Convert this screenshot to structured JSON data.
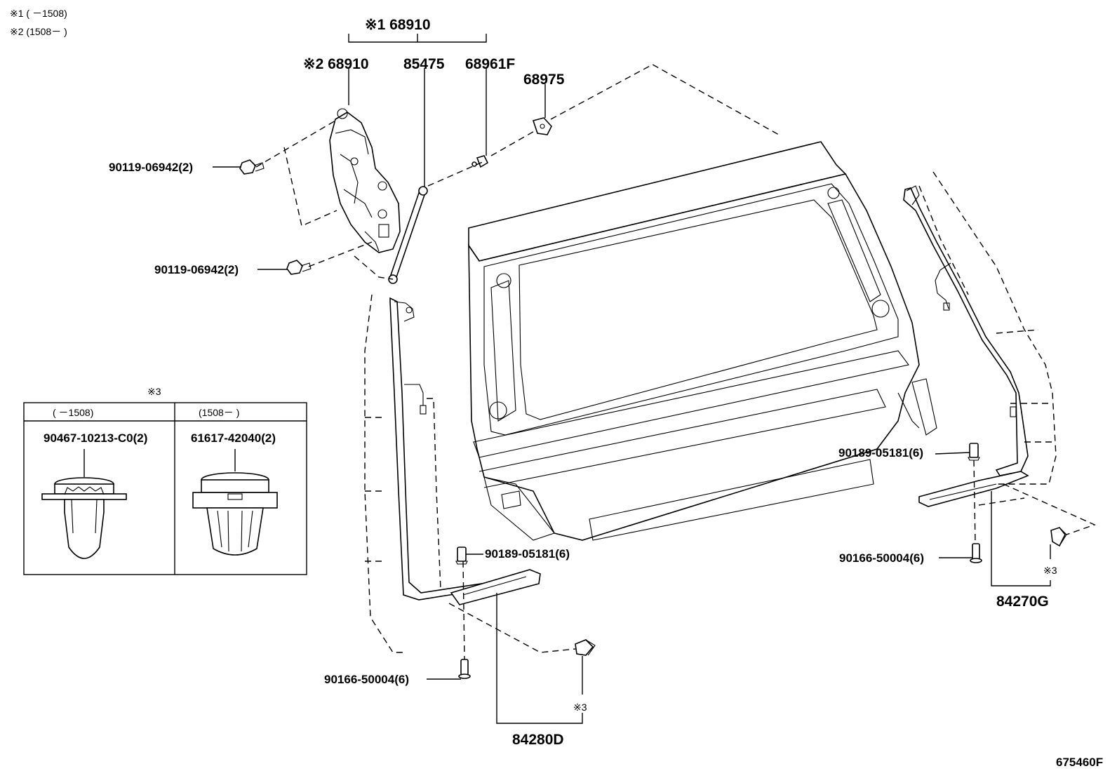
{
  "notes": {
    "note1": "※1 (     －1508)",
    "note2": "※2 (1508－     )",
    "note3_title": "※3"
  },
  "inset": {
    "col1_range": "(     －1508)",
    "col2_range": "(1508－     )",
    "col1_part": "90467-10213-C0(2)",
    "col2_part": "61617-42040(2)"
  },
  "parts": {
    "p68910_group": "※1 68910",
    "p68910": "※2 68910",
    "p85475": "85475",
    "p68961F": "68961F",
    "p68975": "68975",
    "p90119_a": "90119-06942(2)",
    "p90119_b": "90119-06942(2)",
    "p90189_right": "90189-05181(6)",
    "p90189_left": "90189-05181(6)",
    "p90166_right": "90166-50004(6)",
    "p90166_left": "90166-50004(6)",
    "p84270G": "84270G",
    "p84280D": "84280D",
    "clip_ref_right": "※3",
    "clip_ref_left": "※3"
  },
  "figure_id": "675460F"
}
